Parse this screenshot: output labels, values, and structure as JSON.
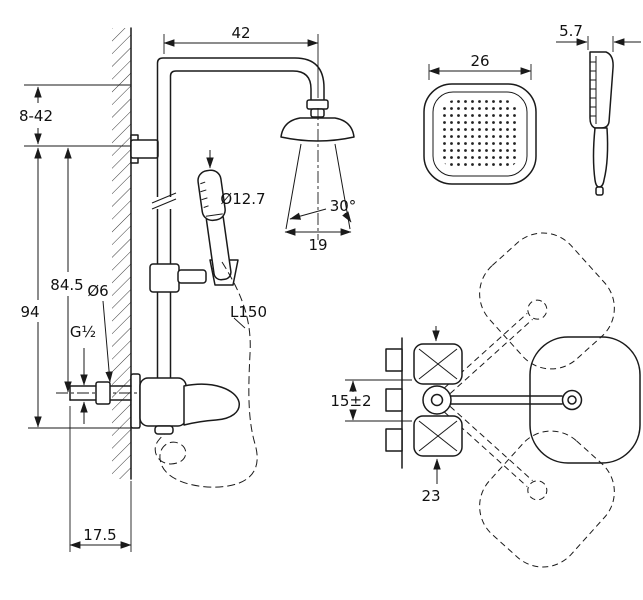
{
  "drawing": {
    "colors": {
      "line": "#1a1a1a",
      "background": "#ffffff"
    },
    "dimensions": {
      "arm_reach": "42",
      "mount_range": "8-42",
      "column_height": "94",
      "outlet_height": "84.5",
      "screw_diameter": "Ø6",
      "thread_size": "G½",
      "handshower_diameter": "Ø12.7",
      "spray_angle": "30°",
      "spray_width": "19",
      "hose_length": "L150",
      "wall_offset": "17.5",
      "head_width": "26",
      "head_thickness": "5.7",
      "inlet_spacing": "15±2",
      "body_depth": "23"
    }
  }
}
